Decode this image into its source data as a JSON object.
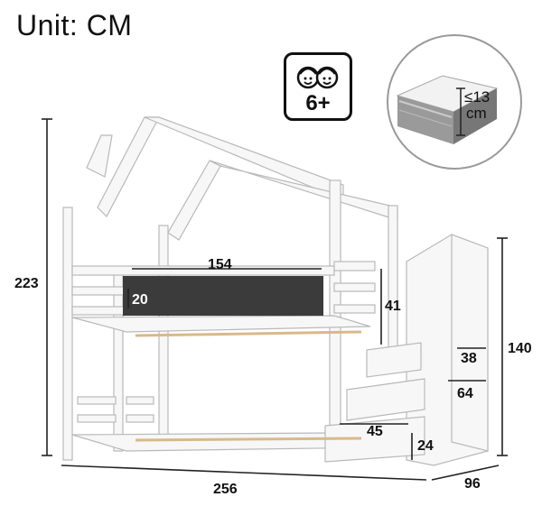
{
  "unit_label": "Unit: CM",
  "age_badge": "6+",
  "mattress": {
    "thickness_sym": "≤13",
    "thickness_unit": "cm"
  },
  "dimensions": {
    "height_total": "223",
    "stairs_height": "140",
    "length_total": "256",
    "depth": "96",
    "guard_length": "154",
    "guard_height": "20",
    "opening": "41",
    "step_depth": "38",
    "stairs_width": "64",
    "drawer_width": "45",
    "step_height": "24"
  },
  "colors": {
    "frame": "#f7f7f7",
    "outline": "#b9b9b9",
    "panel": "#3b3b3b",
    "slat": "#d8b98a"
  }
}
